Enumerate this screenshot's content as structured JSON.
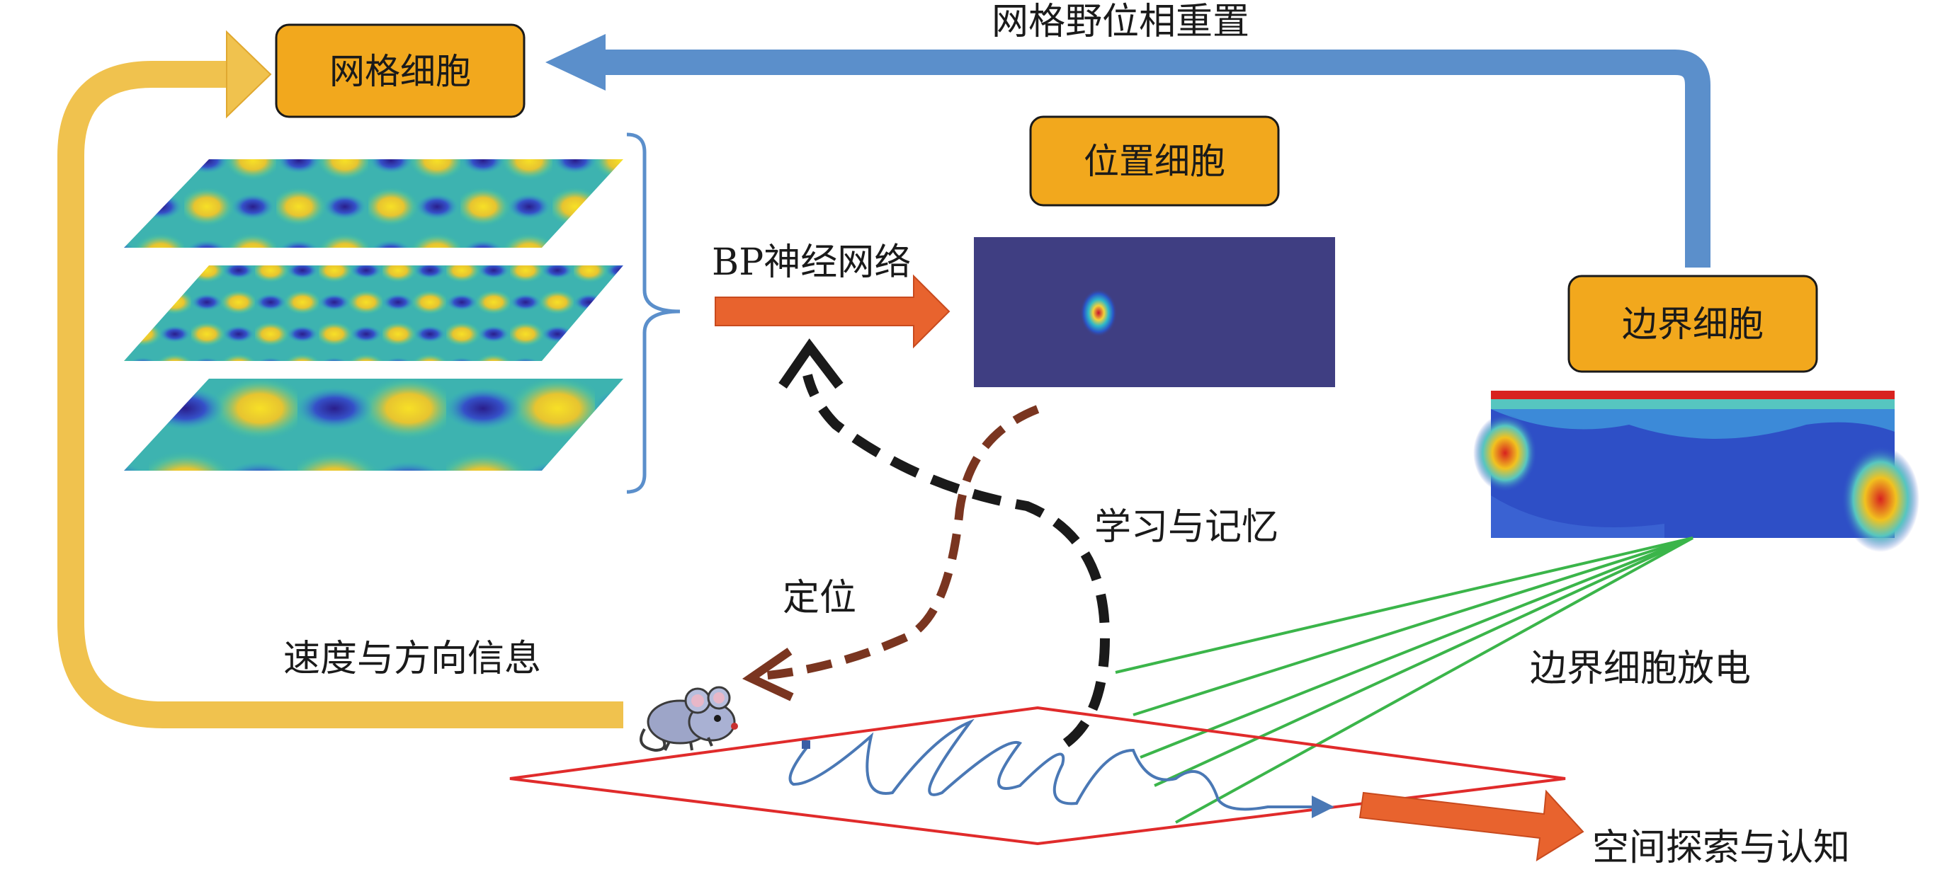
{
  "nodes": {
    "grid_cells": "网格细胞",
    "place_cells": "位置细胞",
    "boundary_cells": "边界细胞"
  },
  "labels": {
    "grid_phase_reset": "网格野位相重置",
    "bp_network": "BP神经网络",
    "learning_memory": "学习与记忆",
    "localization": "定位",
    "speed_direction": "速度与方向信息",
    "boundary_firing": "边界细胞放电",
    "spatial_exploration": "空间探索与认知"
  },
  "colors": {
    "box_fill": "#F2A81D",
    "blue_arrow": "#5B8FCB",
    "yellow_arrow": "#F0C24E",
    "orange_arrow": "#E8632E",
    "dashed_black": "#1a1a1a",
    "dashed_brown": "#7A3520",
    "green_lines": "#3BB54A",
    "arena_red": "#E02B2B",
    "trajectory": "#4A78B5",
    "place_bg": "#3F3E82"
  },
  "icons": {
    "mouse": "mouse-icon"
  }
}
